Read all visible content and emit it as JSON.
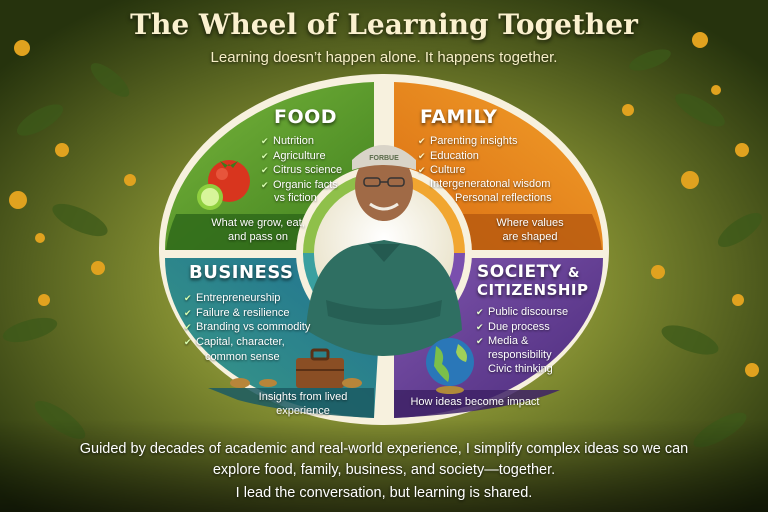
{
  "header": {
    "title": "The Wheel of Learning Together",
    "subtitle": "Learning doesn’t happen alone. It happens together."
  },
  "quadrants": {
    "food": {
      "title": "FOOD",
      "items": [
        "Nutrition",
        "Agriculture",
        "Citrus science",
        "Organic facts"
      ],
      "extra": "vs fiction",
      "caption_line1": "What we grow, eat,",
      "caption_line2": "and pass on"
    },
    "family": {
      "title": "FAMILY",
      "items": [
        "Parenting insights",
        "Education",
        "Culture"
      ],
      "extra1": "Intergeneratonal wisdom",
      "extra2": "Personal reflections",
      "caption_line1": "Where values",
      "caption_line2": "are shaped"
    },
    "business": {
      "title": "BUSINESS",
      "items": [
        "Entrepreneurship",
        "Failure & resilience",
        "Branding vs commodity",
        "Capital, character,"
      ],
      "extra": "common sense",
      "caption_line1": "Insights from lived",
      "caption_line2": "experience"
    },
    "society": {
      "title_line1": "SOCIETY",
      "ampersand": "&",
      "title_line2": "CITIZENSHIP",
      "items": [
        "Public discourse",
        "Due process",
        "Media &"
      ],
      "extra1": "responsibility",
      "extra2": "Civic thinking",
      "caption": "How ideas become impact"
    }
  },
  "center": {
    "cap_text": "FORBUE"
  },
  "footer": {
    "line1": "Guided by decades of academic and real-world experience, I simplify complex ideas so we can",
    "line2": "explore food, family, business, and society—together.",
    "line3": "I lead the conversation, but learning is shared."
  },
  "colors": {
    "food": "#5f9e2f",
    "family": "#e8861e",
    "business": "#2b8a8e",
    "society": "#6a3f95",
    "ring": "#f7f1de",
    "title": "#fbf1cf"
  },
  "icons": [
    "check-icon",
    "tomato-icon",
    "lime-icon",
    "briefcase-icon",
    "globe-icon"
  ]
}
